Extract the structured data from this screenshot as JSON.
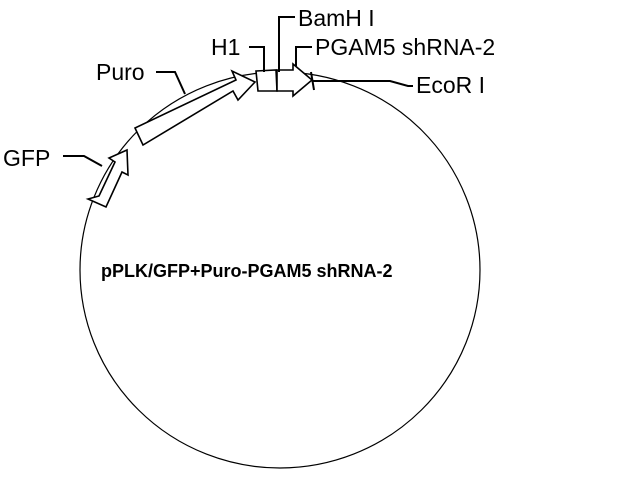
{
  "plasmid": {
    "name": "pPLK/GFP+Puro-PGAM5 shRNA-2"
  },
  "features": {
    "gfp": "GFP",
    "puro": "Puro",
    "h1": "H1",
    "bamhi": "BamH I",
    "shrna": "PGAM5 shRNA-2",
    "ecori": "EcoR I"
  },
  "colors": {
    "line": "#000000",
    "fill": "#ffffff"
  }
}
